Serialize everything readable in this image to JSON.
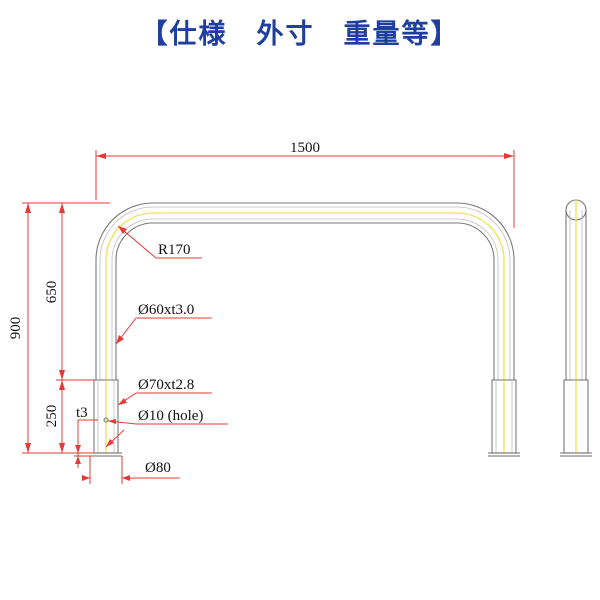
{
  "title": "【仕様　外寸　重量等】",
  "dimensions": {
    "width": "1500",
    "radius": "R170",
    "height_total": "900",
    "height_upper": "650",
    "height_lower": "250",
    "pipe_upper": "Ø60xt3.0",
    "pipe_lower": "Ø70xt2.8",
    "hole": "Ø10 (hole)",
    "plate_thickness": "t3",
    "base_diameter": "Ø80"
  },
  "colors": {
    "title": "#1f3f9e",
    "dimension_line": "#e53935",
    "pipe_outline": "#7a7a7a",
    "pipe_center": "#f2e05c"
  }
}
